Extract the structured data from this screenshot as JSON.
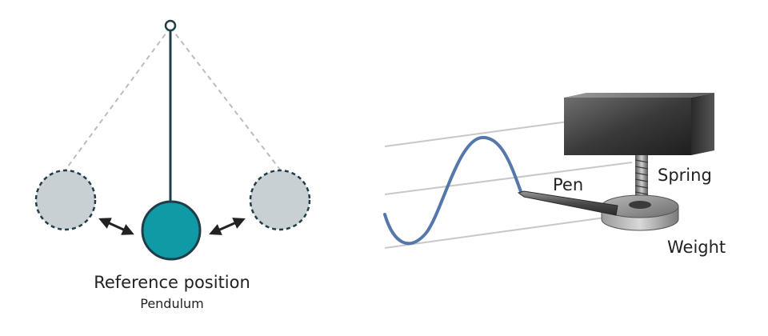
{
  "pendulum": {
    "reference_label": "Reference position",
    "caption": "Pendulum",
    "bob_color": "#0f9aa5",
    "ghost_color": "#c9d0d4",
    "rod_color": "#1f3e4a"
  },
  "seismograph": {
    "pen_label": "Pen",
    "spring_label": "Spring",
    "weight_label": "Weight",
    "trace_color": "#5577aa"
  }
}
